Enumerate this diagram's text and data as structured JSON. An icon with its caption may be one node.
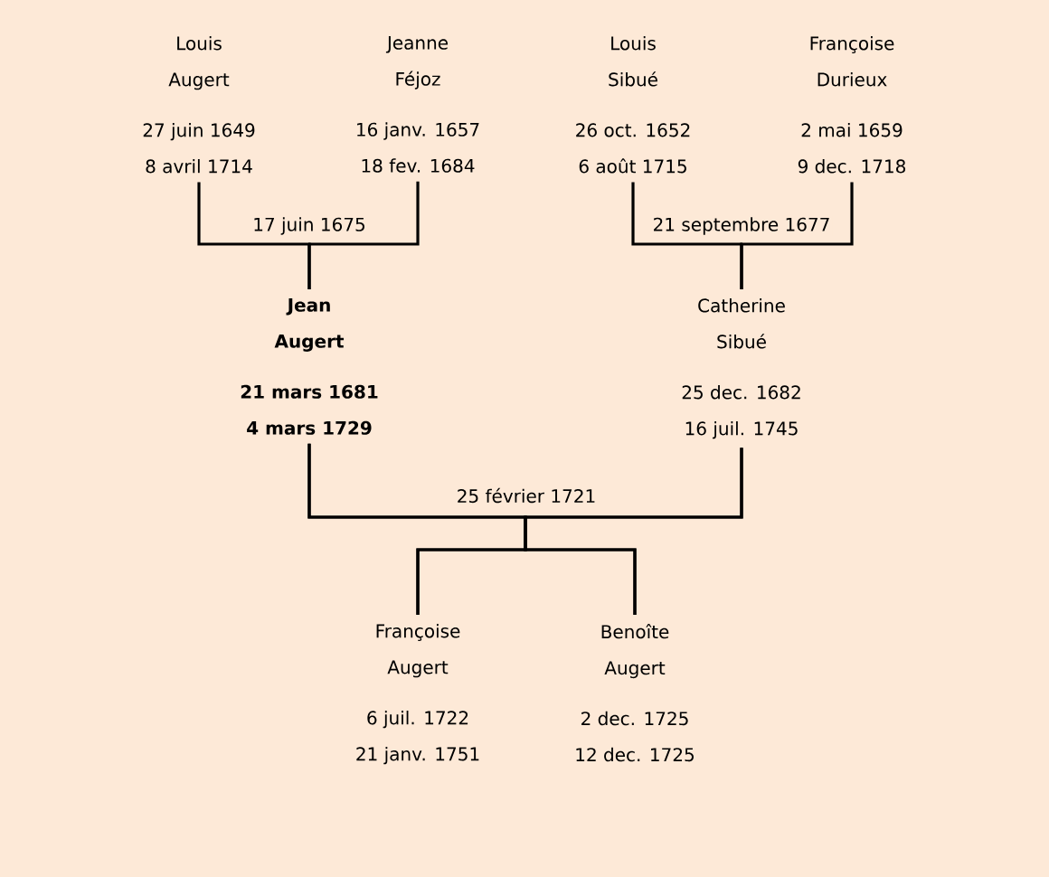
{
  "diagram": {
    "nodes": [
      {
        "text": [
          "Louis Augert",
          "27 juin 1649",
          "8 avril 1714"
        ]
      },
      {
        "text": [
          "Jeanne Féjoz",
          "16 janv. 1657",
          "18 fev. 1684"
        ]
      },
      {
        "text": [
          "Louis Sibué",
          "26 oct. 1652",
          "6 août 1715"
        ]
      },
      {
        "text": [
          "Françoise Durieux",
          "2 mai 1659",
          "9 dec. 1718"
        ]
      },
      {
        "text": [
          "Jean Augert",
          "21 mars 1681",
          "4 mars 1729"
        ]
      },
      {
        "text": [
          "Catherine Sibué",
          "25 dec. 1682",
          "16 juil. 1745"
        ]
      },
      {
        "text": [
          "Françoise Augert",
          "6 juil. 1722",
          "21 janv. 1751"
        ]
      },
      {
        "text": [
          "Benoîte Augert",
          "2 dec. 1725",
          "12 dec. 1725"
        ]
      }
    ],
    "edges": [
      {
        "from": 0,
        "to": 4,
        "arrow": "none"
      },
      {
        "from": 1,
        "to": 4,
        "arrow": "none"
      },
      {
        "from": 2,
        "to": 5,
        "arrow": "none"
      },
      {
        "from": 3,
        "to": 5,
        "arrow": "none"
      },
      {
        "from": 4,
        "to": 6,
        "arrow": "none"
      },
      {
        "from": 5,
        "to": 6,
        "arrow": "none"
      },
      {
        "from": 4,
        "to": 7,
        "arrow": "none"
      },
      {
        "from": 5,
        "to": 7,
        "arrow": "none"
      }
    ],
    "labels": [
      "17 juin 1675",
      "21 septembre 1677",
      "25 février 1721"
    ]
  }
}
